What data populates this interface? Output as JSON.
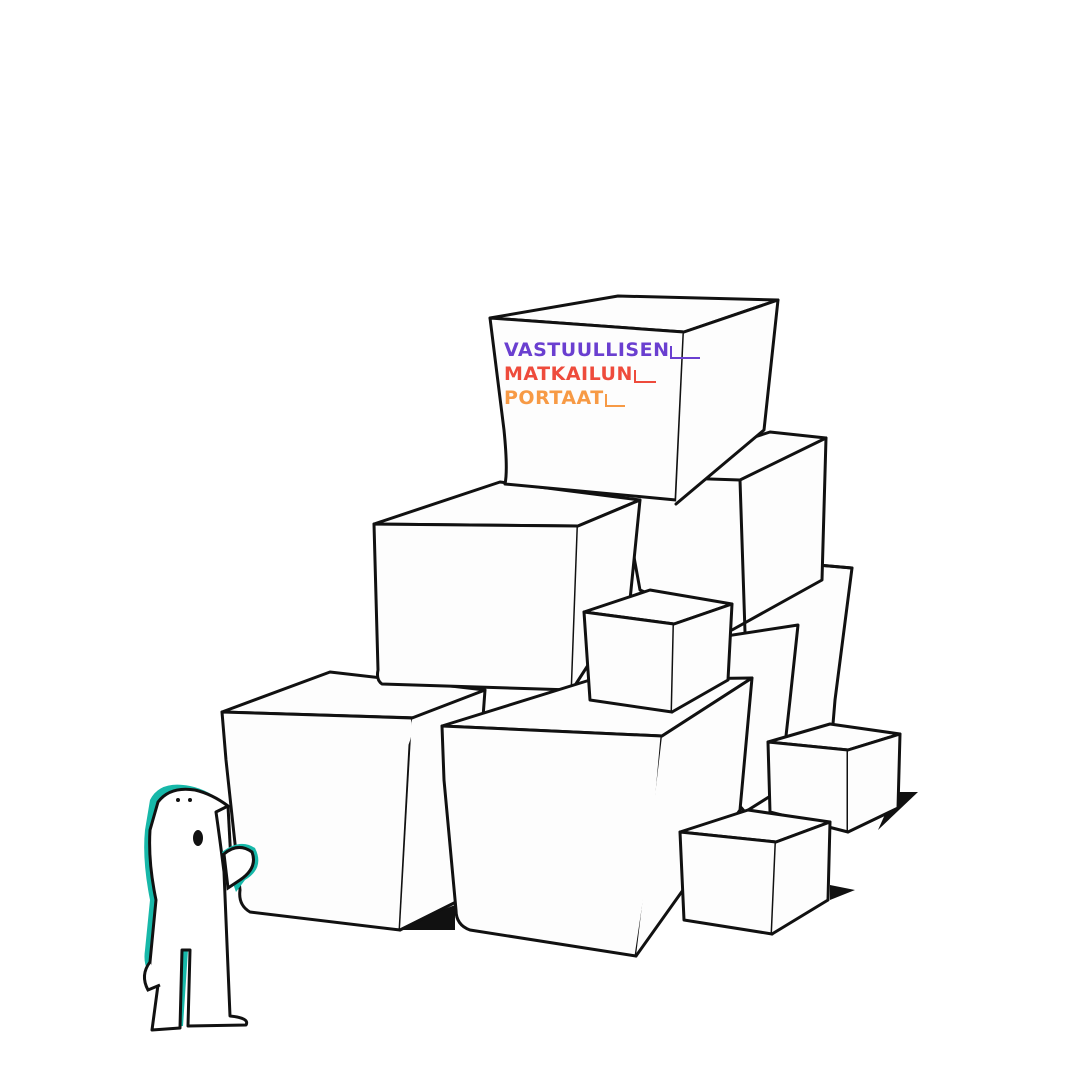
{
  "logo": {
    "line1": "VASTUULLISEN",
    "line2": "MATKAILUN",
    "line3": "PORTAAT",
    "colors": {
      "line1": "#6a3fd0",
      "line2": "#ee4b3c",
      "line3": "#f79a45"
    }
  },
  "illustration": {
    "subject": "stacked cubes staircase with curious character",
    "character_accent_color": "#17b8a9",
    "outline_color": "#111111"
  }
}
